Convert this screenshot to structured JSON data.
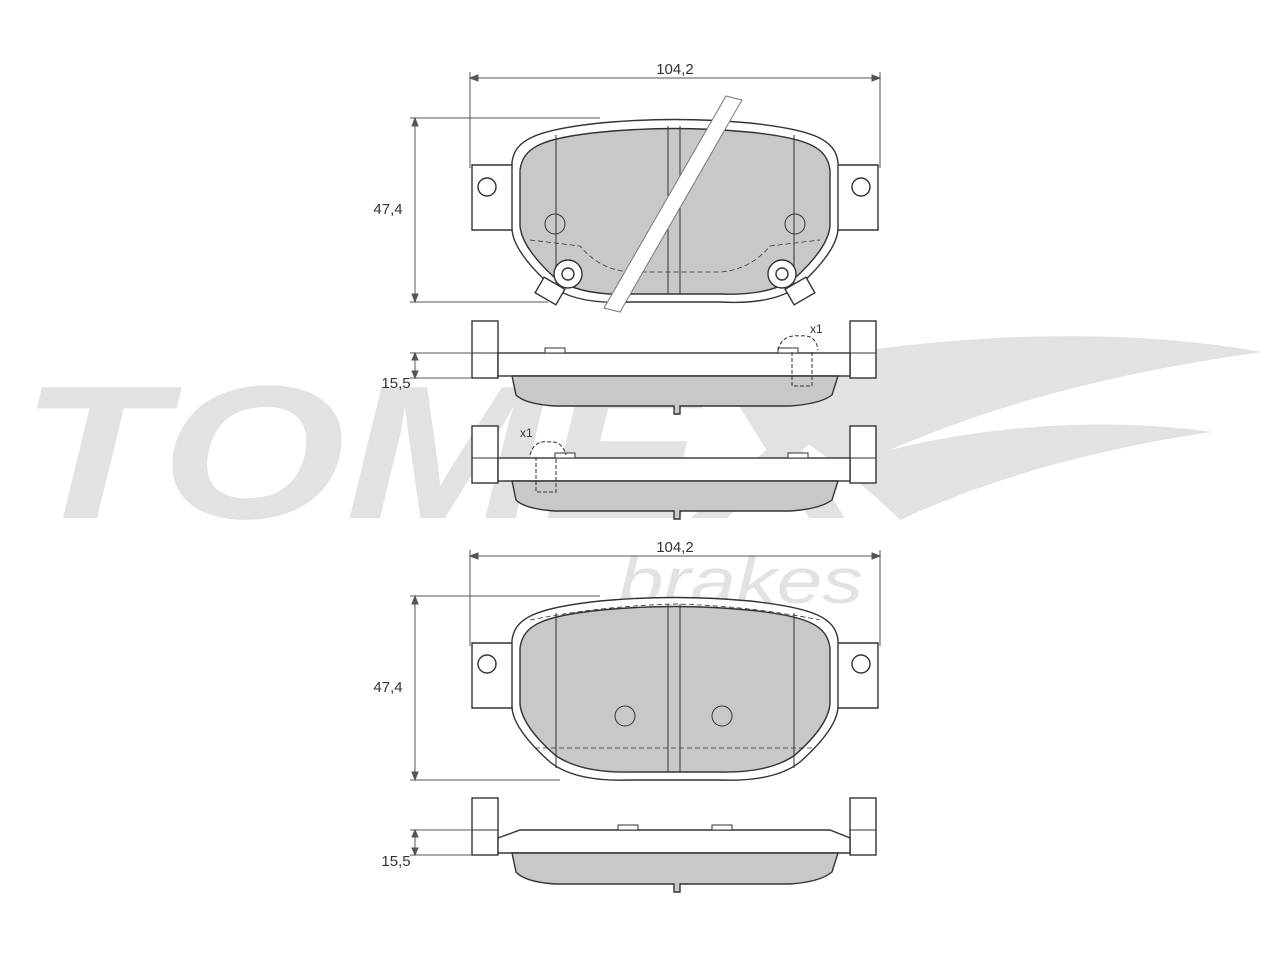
{
  "watermark": {
    "brand": "TOMEX",
    "sub": "brakes",
    "color": "#e2e2e2"
  },
  "colors": {
    "pad_fill": "#c8c8c8",
    "outline": "#333333",
    "dimension": "#555555",
    "background": "#ffffff"
  },
  "top_pad": {
    "width_label": "104,2",
    "height_label": "47,4",
    "side1_thickness_label": "15,5",
    "side1_qty_label": "x1",
    "side2_qty_label": "x1"
  },
  "bottom_pad": {
    "width_label": "104,2",
    "height_label": "47,4",
    "side_thickness_label": "15,5"
  }
}
